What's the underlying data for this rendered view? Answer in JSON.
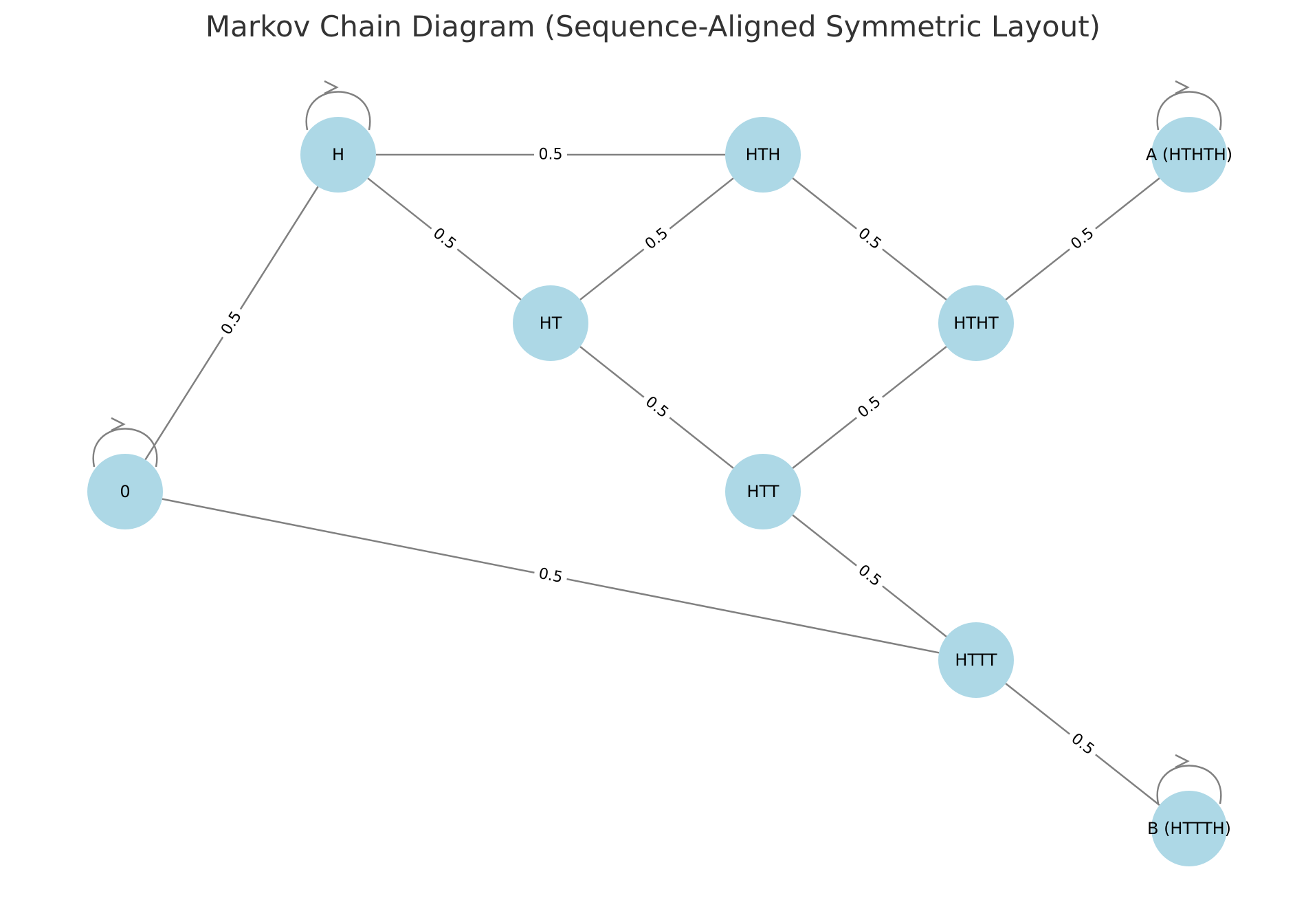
{
  "title": "Markov Chain Diagram (Sequence-Aligned Symmetric Layout)",
  "colors": {
    "node": "#add8e6",
    "edge": "#808080",
    "text": "#000000",
    "title": "#333333"
  },
  "nodes": [
    {
      "id": "0",
      "label": "0"
    },
    {
      "id": "H",
      "label": "H"
    },
    {
      "id": "HT",
      "label": "HT"
    },
    {
      "id": "HTH",
      "label": "HTH"
    },
    {
      "id": "HTT",
      "label": "HTT"
    },
    {
      "id": "HTHT",
      "label": "HTHT"
    },
    {
      "id": "HTTT",
      "label": "HTTT"
    },
    {
      "id": "A",
      "label": "A (HTHTH)"
    },
    {
      "id": "B",
      "label": "B (HTTTH)"
    }
  ],
  "edges": [
    {
      "from": "0",
      "to": "H",
      "label": "0.5"
    },
    {
      "from": "0",
      "to": "HTTT",
      "label": "0.5"
    },
    {
      "from": "H",
      "to": "HTH",
      "label": "0.5"
    },
    {
      "from": "H",
      "to": "HT",
      "label": "0.5"
    },
    {
      "from": "HT",
      "to": "HTH",
      "label": "0.5"
    },
    {
      "from": "HT",
      "to": "HTT",
      "label": "0.5"
    },
    {
      "from": "HTH",
      "to": "HTHT",
      "label": "0.5"
    },
    {
      "from": "HTHT",
      "to": "A",
      "label": "0.5"
    },
    {
      "from": "HTT",
      "to": "HTHT",
      "label": "0.5"
    },
    {
      "from": "HTT",
      "to": "HTTT",
      "label": "0.5"
    },
    {
      "from": "HTTT",
      "to": "B",
      "label": "0.5"
    }
  ],
  "self_loops": [
    "0",
    "H",
    "A",
    "B"
  ]
}
